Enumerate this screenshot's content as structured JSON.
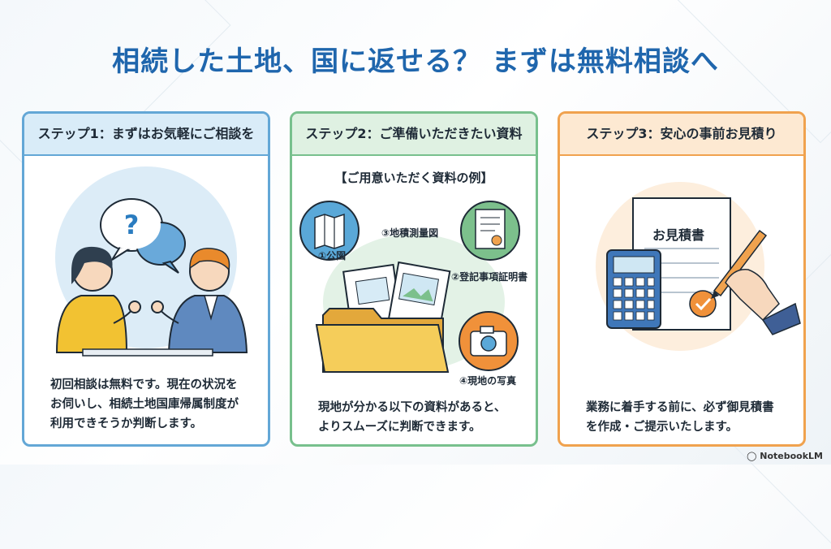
{
  "title": "相続した土地、国に返せる？ まずは無料相談へ",
  "steps": [
    {
      "header": "ステップ1：まずはお気軽にご相談を",
      "text": [
        "初回相談は無料です。現在の状況を",
        "お伺いし、相続土地国庫帰属制度が",
        "利用できそうか判断します。"
      ]
    },
    {
      "header": "ステップ2：ご準備いただきたい資料",
      "subheading": "【ご用意いただく資料の例】",
      "documents": [
        "①公図",
        "②登記事項証明書",
        "③地積測量図",
        "④現地の写真"
      ],
      "text": [
        "現地が分かる以下の資料があると、",
        "よりスムーズに判断できます。"
      ]
    },
    {
      "header": "ステップ3：安心の事前お見積り",
      "estimate_label": "お見積書",
      "text": [
        "業務に着手する前に、必ず御見積書",
        "を作成・ご提示いたします。"
      ]
    }
  ],
  "question_mark": "?",
  "logo": "NotebookLM",
  "colors": {
    "title": "#1f66ad",
    "step1": "#63a7d6",
    "step2": "#78c08d",
    "step3": "#f0a24e"
  }
}
